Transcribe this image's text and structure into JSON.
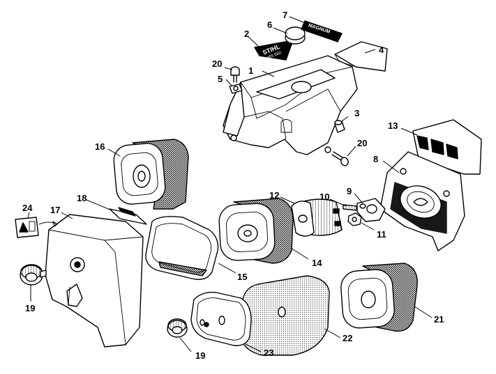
{
  "diagram": {
    "callouts": {
      "c1": "1",
      "c2": "2",
      "c3": "3",
      "c4": "4",
      "c5": "5",
      "c6": "6",
      "c7": "7",
      "c8": "8",
      "c9": "9",
      "c10": "10",
      "c11": "11",
      "c12": "12",
      "c13": "13",
      "c14": "14",
      "c15": "15",
      "c16": "16",
      "c17": "17",
      "c18": "18",
      "c19a": "19",
      "c19b": "19",
      "c20a": "20",
      "c20b": "20",
      "c21": "21",
      "c22": "22",
      "c23": "23",
      "c24": "24"
    },
    "markings": {
      "badge_brand": "STIHL",
      "badge_model": "MS 660",
      "plate_text": "MAGNUM"
    }
  }
}
